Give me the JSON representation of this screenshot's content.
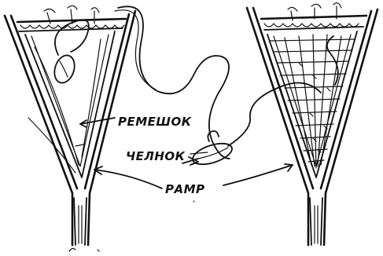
{
  "labels": {
    "strap": "РЕМЕШОК",
    "shuttle": "ЧЕЛНОК",
    "frame": "РАМР"
  }
}
